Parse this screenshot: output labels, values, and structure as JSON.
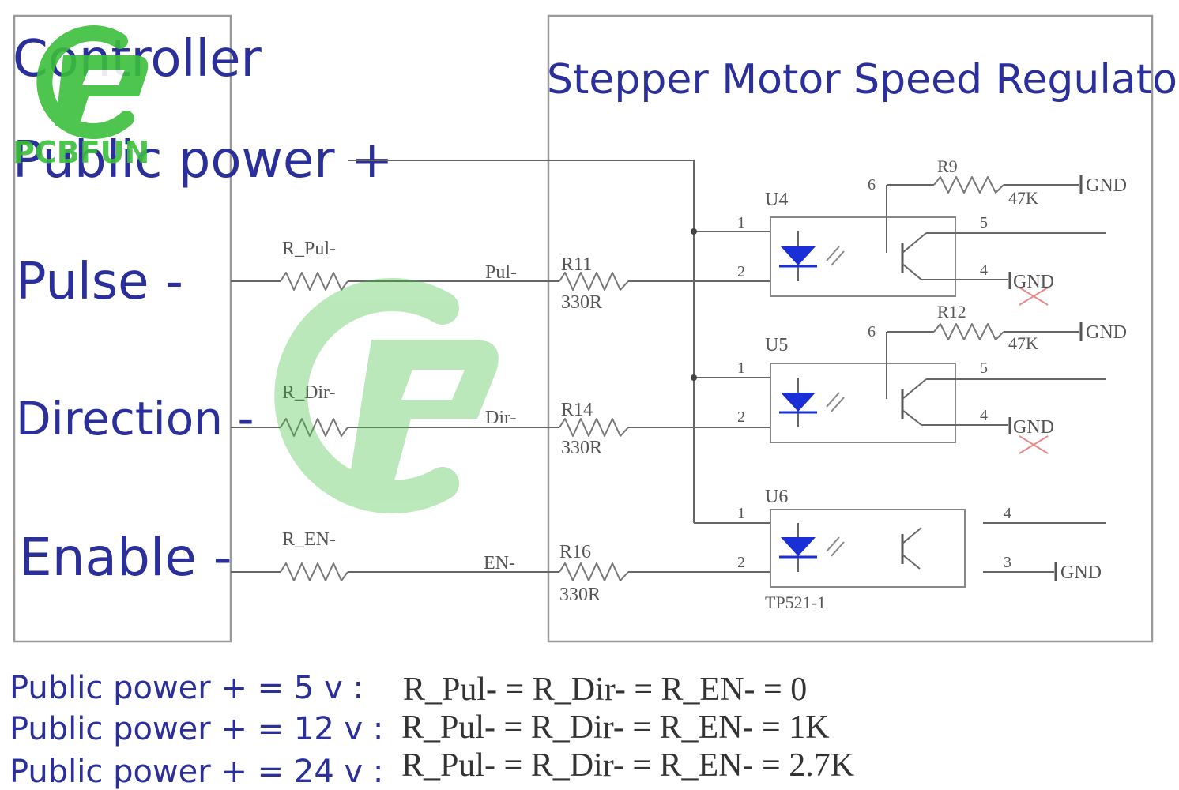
{
  "diagram": {
    "controller": {
      "title": "Controller",
      "labels": {
        "power": "Public power  +",
        "pulse": "Pulse  -",
        "direction": "Direction  -",
        "enable": "Enable  -"
      }
    },
    "regulator": {
      "title": "Stepper Motor Speed Regulator"
    },
    "external_resistors": {
      "pulse": "R_Pul-",
      "direction": "R_Dir-",
      "enable": "R_EN-"
    },
    "signals": {
      "pulse": "Pul-",
      "direction": "Dir-",
      "enable": "EN-"
    },
    "input_resistors": [
      {
        "name": "R11",
        "value": "330R"
      },
      {
        "name": "R14",
        "value": "330R"
      },
      {
        "name": "R16",
        "value": "330R"
      }
    ],
    "pullups": [
      {
        "name": "R9",
        "value": "47K"
      },
      {
        "name": "R12",
        "value": "47K"
      }
    ],
    "optocouplers": [
      {
        "name": "U4",
        "pins": [
          "1",
          "2",
          "6",
          "5",
          "4"
        ]
      },
      {
        "name": "U5",
        "pins": [
          "1",
          "2",
          "6",
          "5",
          "4"
        ]
      },
      {
        "name": "U6",
        "pins": [
          "1",
          "2",
          "4",
          "3"
        ],
        "part": "TP521-1"
      }
    ],
    "ground_label": "GND",
    "watermark": {
      "text": "PCBFUN",
      "color": "#3bbf3b"
    },
    "colors": {
      "label": "#2a2f9a",
      "wire": "#666666",
      "diode": "#1a2fd6"
    }
  },
  "notes": [
    {
      "left": "Public power + = 5 v    :",
      "right": "R_Pul- = R_Dir- = R_EN- = 0"
    },
    {
      "left": "Public power + = 12 v :",
      "right": "R_Pul- = R_Dir- = R_EN- = 1K"
    },
    {
      "left": "Public power + = 24 v :",
      "right": "R_Pul- = R_Dir- = R_EN- = 2.7K"
    }
  ]
}
